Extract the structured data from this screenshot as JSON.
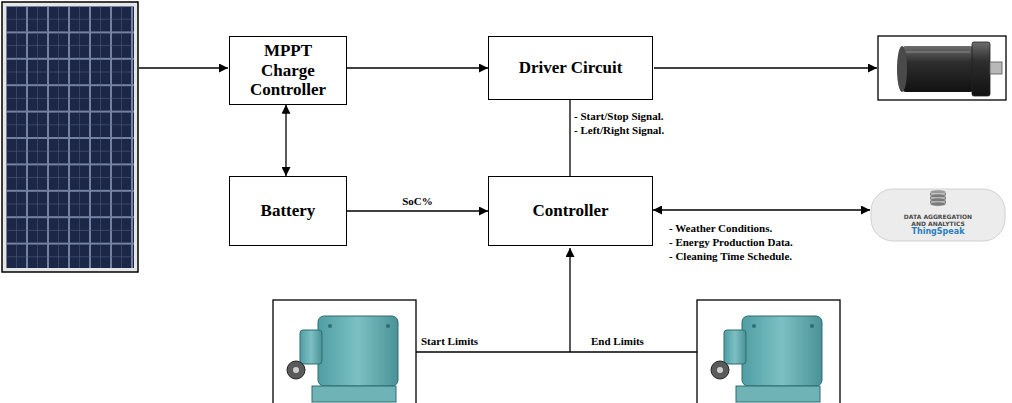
{
  "diagram": {
    "nodes": [
      {
        "text": [
          "MPPT Charge Controller"
        ]
      },
      {
        "text": [
          "Driver Circuit"
        ]
      },
      {
        "text": [
          "Battery"
        ]
      },
      {
        "text": [
          "Controller"
        ]
      },
      {
        "text": [
          "DATA AGGREGATION AND ANALYTICS",
          "ThingSpeak"
        ]
      }
    ],
    "edges": [
      {
        "from": 0,
        "to": 1,
        "arrow": "to"
      },
      {
        "from": 0,
        "to": 2,
        "arrow": "both"
      },
      {
        "from": 2,
        "to": 3,
        "label": "SoC%",
        "arrow": "to"
      },
      {
        "from": 1,
        "to": 3,
        "arrow": "none"
      },
      {
        "from": 3,
        "to": 4,
        "arrow": "both"
      }
    ],
    "labels": [
      "- Start/Stop Signal.",
      "- Left/Right Signal.",
      "- Weather Conditions.",
      "- Energy Production Data.",
      "- Cleaning Time Schedule.",
      "Start Limits",
      "End Limits"
    ]
  }
}
